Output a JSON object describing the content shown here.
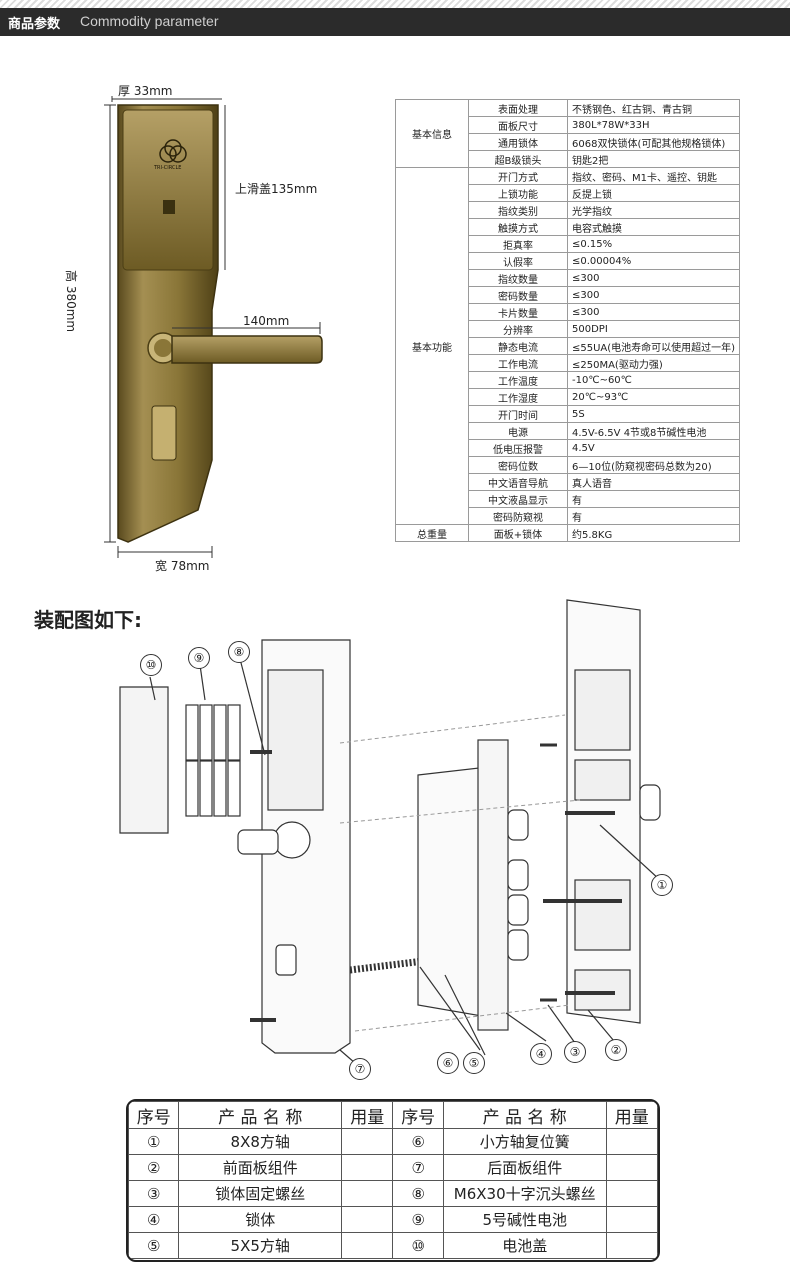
{
  "header": {
    "title_zh": "商品参数",
    "title_en": "Commodity parameter"
  },
  "dimensions": {
    "thickness": "厚 33mm",
    "slide_cover": "上滑盖135mm",
    "height": "高 380mm",
    "handle": "140mm",
    "width": "宽 78mm"
  },
  "lock_logo": "TRI-CIRCLE",
  "params": [
    {
      "group": "基本信息",
      "span": 4,
      "rows": [
        [
          "表面处理",
          "不锈钢色、红古铜、青古铜"
        ],
        [
          "面板尺寸",
          "380L*78W*33H"
        ],
        [
          "通用锁体",
          "6068双快锁体(可配其他规格锁体)"
        ],
        [
          "超B级锁头",
          "钥匙2把"
        ]
      ]
    },
    {
      "group": "基本功能",
      "span": 21,
      "rows": [
        [
          "开门方式",
          "指纹、密码、M1卡、遥控、钥匙"
        ],
        [
          "上锁功能",
          "反提上锁"
        ],
        [
          "指纹类别",
          "光学指纹"
        ],
        [
          "触摸方式",
          "电容式触摸"
        ],
        [
          "拒真率",
          "≤0.15%"
        ],
        [
          "认假率",
          "≤0.00004%"
        ],
        [
          "指纹数量",
          "≤300"
        ],
        [
          "密码数量",
          "≤300"
        ],
        [
          "卡片数量",
          "≤300"
        ],
        [
          "分辨率",
          "500DPI"
        ],
        [
          "静态电流",
          "≤55UA(电池寿命可以使用超过一年)"
        ],
        [
          "工作电流",
          "≤250MA(驱动力强)"
        ],
        [
          "工作温度",
          "-10℃~60℃"
        ],
        [
          "工作湿度",
          "20℃~93℃"
        ],
        [
          "开门时间",
          "5S"
        ],
        [
          "电源",
          "4.5V-6.5V 4节或8节碱性电池"
        ],
        [
          "低电压报警",
          "4.5V"
        ],
        [
          "密码位数",
          "6—10位(防窥视密码总数为20)"
        ],
        [
          "中文语音导航",
          "真人语音"
        ],
        [
          "中文液晶显示",
          "有"
        ],
        [
          "密码防窥视",
          "有"
        ]
      ]
    },
    {
      "group": "总重量",
      "span": 1,
      "rows": [
        [
          "面板+锁体",
          "约5.8KG"
        ]
      ]
    }
  ],
  "assembly_title": "装配图如下:",
  "callouts": [
    "①",
    "②",
    "③",
    "④",
    "⑤",
    "⑥",
    "⑦",
    "⑧",
    "⑨",
    "⑩"
  ],
  "parts_table": {
    "headers": [
      "序号",
      "产 品 名 称",
      "用量",
      "序号",
      "产 品 名 称",
      "用量"
    ],
    "rows": [
      [
        "①",
        "8X8方轴",
        "",
        "⑥",
        "小方轴复位簧",
        ""
      ],
      [
        "②",
        "前面板组件",
        "",
        "⑦",
        "后面板组件",
        ""
      ],
      [
        "③",
        "锁体固定螺丝",
        "",
        "⑧",
        "M6X30十字沉头螺丝",
        ""
      ],
      [
        "④",
        "锁体",
        "",
        "⑨",
        "5号碱性电池",
        ""
      ],
      [
        "⑤",
        "5X5方轴",
        "",
        "⑩",
        "电池盖",
        ""
      ]
    ]
  }
}
